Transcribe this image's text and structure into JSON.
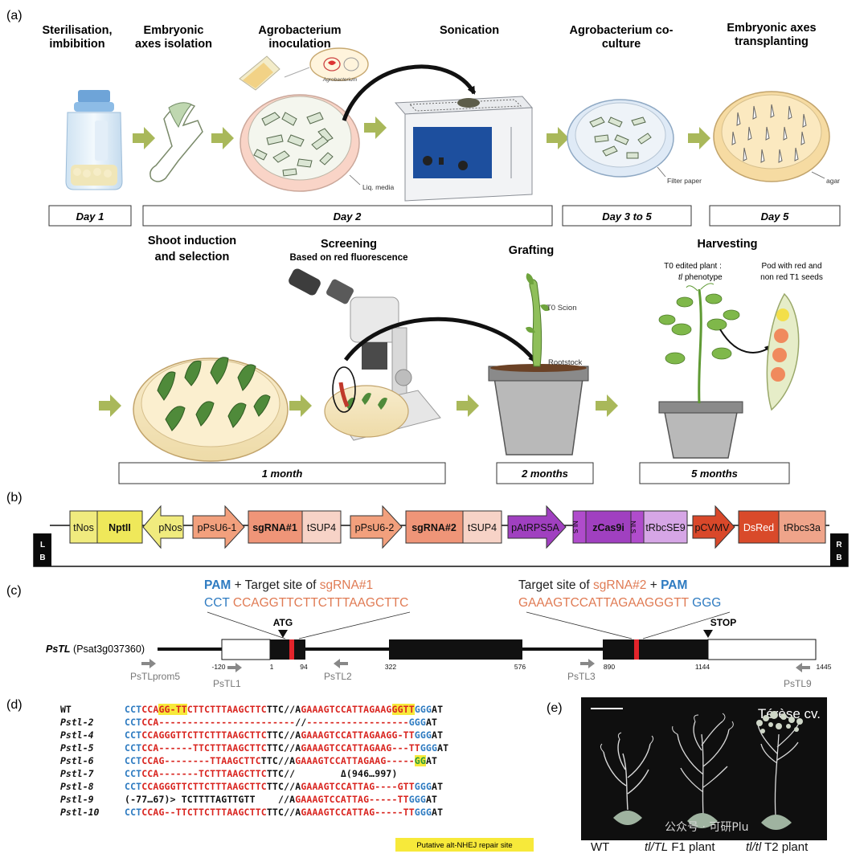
{
  "panels": {
    "a": "(a)",
    "b": "(b)",
    "c": "(c)",
    "d": "(d)",
    "e": "(e)"
  },
  "steps_top": [
    {
      "l1": "Sterilisation,",
      "l2": "imbibition"
    },
    {
      "l1": "Embryonic",
      "l2": "axes isolation"
    },
    {
      "l1": "Agrobacterium",
      "l2": "inoculation"
    },
    {
      "l1": "Sonication",
      "l2": ""
    },
    {
      "l1": "Agrobacterium co-",
      "l2": "culture"
    },
    {
      "l1": "Embryonic axes",
      "l2": "transplanting"
    }
  ],
  "labels_a": {
    "agrobacterium": "Agrobacterium",
    "liq_media": "Liq. media",
    "filter_paper": "Filter paper",
    "agar": "agar"
  },
  "days": {
    "d1": "Day 1",
    "d2": "Day 2",
    "d3": "Day 3 to 5",
    "d5": "Day 5"
  },
  "steps_bottom": {
    "shoot1": "Shoot induction",
    "shoot2": "and selection",
    "screen1": "Screening",
    "screen2": "Based on red fluorescence",
    "graft": "Grafting",
    "scion": "T0 Scion",
    "rootstock": "Rootstock",
    "harvest": "Harvesting",
    "t0a": "T0 edited plant :",
    "t0b": "phenotype",
    "t0it": "tl",
    "pod1": "Pod with red  and",
    "pod2": "non red T1 seeds"
  },
  "durations": {
    "m1": "1 month",
    "m2": "2 months",
    "m5": "5 months"
  },
  "construct": {
    "lb1": "L",
    "lb2": "B",
    "rb1": "R",
    "rb2": "B",
    "tnos": "tNos",
    "nptii": "NptII",
    "pnos": "pNos",
    "pu61": "pPsU6-1",
    "sg1": "sgRNA#1",
    "tsup1": "tSUP4",
    "pu62": "pPsU6-2",
    "sg2": "sgRNA#2",
    "tsup2": "tSUP4",
    "prps": "pAtRPS5A",
    "nls1": "NLS",
    "zcas": "zCas9i",
    "nls2": "NLS",
    "trbcse": "tRbcSE9",
    "pcvmv": "pCVMV",
    "dsred": "DsRed",
    "trbcs3": "tRbcs3a"
  },
  "gene": {
    "pam1": "PAM",
    "plus1": " +  Target site of ",
    "sg1": "sgRNA#1",
    "seq1_pam": "CCT",
    "seq1_t": " CCAGGTTCTTCTTTAAGCTTC",
    "ts2": "Target site of ",
    "sg2": "sgRNA#2",
    "plus2": " + ",
    "pam2": "PAM",
    "seq2_t": "GAAAGTCCATTAGAAGGGTT",
    "seq2_pam": " GGG",
    "atg": "ATG",
    "stop": "STOP",
    "name": "PsTL",
    "id": " (Psat3g037360)",
    "c_m120": "-120",
    "c_1": "1",
    "c_94": "94",
    "c_322": "322",
    "c_576": "576",
    "c_890": "890",
    "c_1144": "1144",
    "c_1445": "1445",
    "prom5": "PsTLprom5",
    "p1": "PsTL1",
    "p2": "PsTL2",
    "p3": "PsTL3",
    "p9": "PsTL9"
  },
  "alignment": [
    {
      "name": "WT",
      "segs": [
        [
          "b",
          "CCT"
        ],
        [
          "r",
          "CCA"
        ],
        [
          "rh",
          "GG-TT"
        ],
        [
          "r",
          "CTTCTTTAAGCTTC"
        ],
        [
          "k",
          "TTC//A"
        ],
        [
          "r",
          "GAAAGTCCATTAGAAG"
        ],
        [
          "rh",
          "GGTT"
        ],
        [
          "b",
          "GGG"
        ],
        [
          "k",
          "AT"
        ]
      ]
    },
    {
      "name": "Pstl-2",
      "segs": [
        [
          "b",
          "CCT"
        ],
        [
          "r",
          "CCA"
        ],
        [
          "r",
          "------------------------"
        ],
        [
          "k",
          "//"
        ],
        [
          "r",
          "------------------"
        ],
        [
          "b",
          "GGG"
        ],
        [
          "k",
          "AT"
        ]
      ]
    },
    {
      "name": "Pstl-4",
      "segs": [
        [
          "b",
          "CCT"
        ],
        [
          "r",
          "CCAGGGTTCTTCTTTAAGCTTC"
        ],
        [
          "k",
          "TTC//A"
        ],
        [
          "r",
          "GAAAGTCCATTAGAAGG-TT"
        ],
        [
          "b",
          "GGG"
        ],
        [
          "k",
          "AT"
        ]
      ]
    },
    {
      "name": "Pstl-5",
      "segs": [
        [
          "b",
          "CCT"
        ],
        [
          "r",
          "CCA------TTCTTTAAGCTTC"
        ],
        [
          "k",
          "TTC//A"
        ],
        [
          "r",
          "GAAAGTCCATTAGAAG---TT"
        ],
        [
          "b",
          "GGG"
        ],
        [
          "k",
          "AT"
        ]
      ]
    },
    {
      "name": "Pstl-6",
      "segs": [
        [
          "b",
          "CCT"
        ],
        [
          "r",
          "CCAG--------TTAAGCTTC"
        ],
        [
          "k",
          "TTC//A"
        ],
        [
          "r",
          "GAAAGTCCATTAGAAG-----"
        ],
        [
          "gh",
          "GG"
        ],
        [
          "k",
          "AT"
        ]
      ]
    },
    {
      "name": "Pstl-7",
      "segs": [
        [
          "b",
          "CCT"
        ],
        [
          "r",
          "CCA-------TCTTTAAGCTTC"
        ],
        [
          "k",
          "TTC//        Δ(946…997)"
        ]
      ]
    },
    {
      "name": "Pstl-8",
      "segs": [
        [
          "b",
          "CCT"
        ],
        [
          "r",
          "CCAGGGTTCTTCTTTAAGCTTC"
        ],
        [
          "k",
          "TTC//A"
        ],
        [
          "r",
          "GAAAGTCCATTAG----GTT"
        ],
        [
          "b",
          "GGG"
        ],
        [
          "k",
          "AT"
        ]
      ]
    },
    {
      "name": "Pstl-9",
      "segs": [
        [
          "k",
          "(-77…67)> TCTTTTAGTTGTT    //A"
        ],
        [
          "r",
          "GAAAGTCCATTAG-----TT"
        ],
        [
          "b",
          "GGG"
        ],
        [
          "k",
          "AT"
        ]
      ]
    },
    {
      "name": "Pstl-10",
      "segs": [
        [
          "b",
          "CCT"
        ],
        [
          "r",
          "CCAG--TTCTTCTTTAAGCTTC"
        ],
        [
          "k",
          "TTC//A"
        ],
        [
          "r",
          "GAAAGTCCATTAG-----TT"
        ],
        [
          "b",
          "GGG"
        ],
        [
          "k",
          "AT"
        ]
      ]
    }
  ],
  "alignment_legend": "Putative alt-NHEJ repair site",
  "photo": {
    "cultivar": "Térèse cv.",
    "watermark": "公众号 · 可研Plu",
    "cap_wt": "WT",
    "cap_f1_geno": "tl/TL",
    "cap_f1": " F1 plant",
    "cap_t2_geno": "tl/tl",
    "cap_t2": " T2 plant"
  },
  "colors": {
    "arrow_green": "#a9b85a",
    "yellow": "#f0eb7e",
    "salmon": "#f2a07d",
    "pink": "#f7d3c7",
    "purple": "#a040c0",
    "red": "#d94a2a",
    "blue_pam": "#2e7bc1",
    "orange_sg": "#e07b54"
  }
}
